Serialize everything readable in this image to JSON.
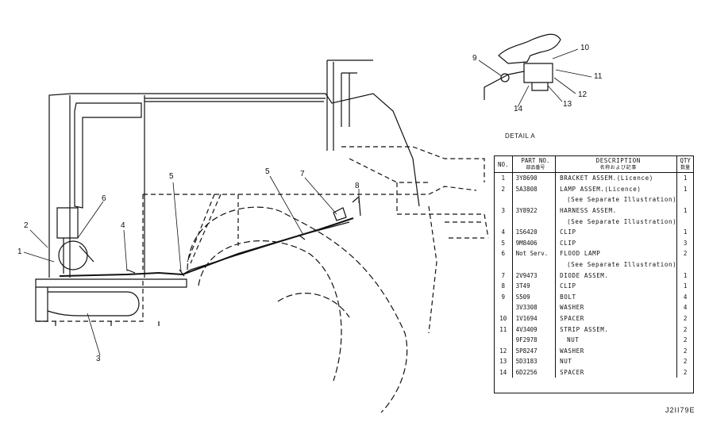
{
  "detail_title": "DETAIL A",
  "figure_number": "J2II79E",
  "main_callouts": [
    "1",
    "2",
    "3",
    "4",
    "5",
    "5",
    "6",
    "7",
    "8"
  ],
  "detail_callouts": [
    "9",
    "10",
    "11",
    "12",
    "13",
    "14"
  ],
  "table": {
    "headers": {
      "no": "NO.",
      "part_no": "PART NO.",
      "part_no_jp": "部品番号",
      "description": "DESCRIPTION",
      "description_jp": "名称および記事",
      "qty": "QTY",
      "qty_jp": "数量"
    },
    "rows": [
      {
        "no": "1",
        "part_no": "3Y8690",
        "desc": "BRACKET ASSEM.(Licence)",
        "qty": "1",
        "sub": false
      },
      {
        "no": "2",
        "part_no": "5A3808",
        "desc": "LAMP ASSEM.(Licence)",
        "qty": "1",
        "sub": false
      },
      {
        "no": "",
        "part_no": "",
        "desc": "(See Separate Illustration)",
        "qty": "",
        "sub": true
      },
      {
        "no": "3",
        "part_no": "3Y8922",
        "desc": "HARNESS ASSEM.",
        "qty": "1",
        "sub": false
      },
      {
        "no": "",
        "part_no": "",
        "desc": "(See Separate Illustration)",
        "qty": "",
        "sub": true
      },
      {
        "no": "4",
        "part_no": "1S6420",
        "desc": "CLIP",
        "qty": "1",
        "sub": false
      },
      {
        "no": "5",
        "part_no": "9M8406",
        "desc": "CLIP",
        "qty": "3",
        "sub": false
      },
      {
        "no": "6",
        "part_no": "Not Serv.",
        "desc": "FLOOD LAMP",
        "qty": "2",
        "sub": false
      },
      {
        "no": "",
        "part_no": "",
        "desc": "(See Separate Illustration)",
        "qty": "",
        "sub": true
      },
      {
        "no": "7",
        "part_no": "2V9473",
        "desc": "DIODE ASSEM.",
        "qty": "1",
        "sub": false
      },
      {
        "no": "8",
        "part_no": "3T49",
        "desc": "CLIP",
        "qty": "1",
        "sub": false
      },
      {
        "no": "9",
        "part_no": "S509",
        "desc": "BOLT",
        "qty": "4",
        "sub": false
      },
      {
        "no": "",
        "part_no": "3V3308",
        "desc": "WASHER",
        "qty": "4",
        "sub": false
      },
      {
        "no": "10",
        "part_no": "1V1694",
        "desc": "SPACER",
        "qty": "2",
        "sub": false
      },
      {
        "no": "11",
        "part_no": "4V3409",
        "desc": "STRIP ASSEM.",
        "qty": "2",
        "sub": false
      },
      {
        "no": "",
        "part_no": "9F2978",
        "desc": "NUT",
        "qty": "2",
        "sub": true
      },
      {
        "no": "12",
        "part_no": "5P8247",
        "desc": "WASHER",
        "qty": "2",
        "sub": false
      },
      {
        "no": "13",
        "part_no": "5D3183",
        "desc": "NUT",
        "qty": "2",
        "sub": false
      },
      {
        "no": "14",
        "part_no": "6D2256",
        "desc": "SPACER",
        "qty": "2",
        "sub": false
      }
    ]
  }
}
